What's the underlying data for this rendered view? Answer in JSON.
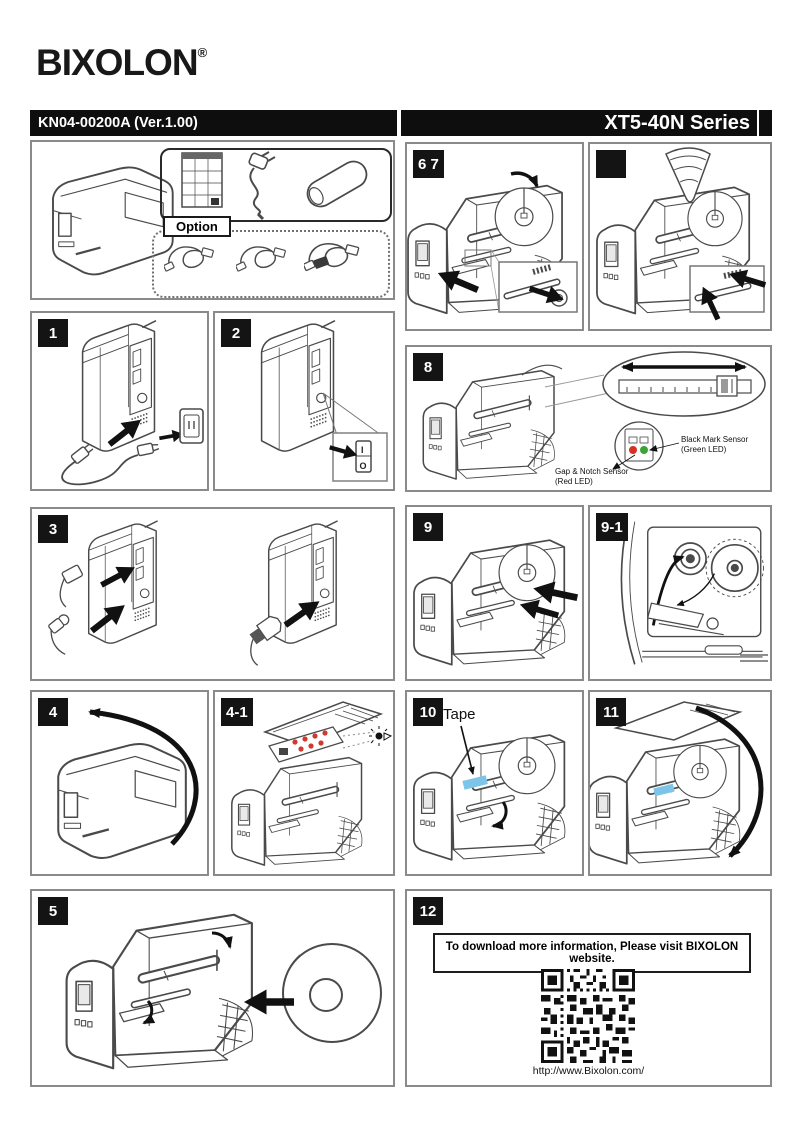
{
  "header": {
    "logo": "BIXOLON",
    "registered": "®",
    "doc_code": "KN04-00200A (Ver.1.00)",
    "series": "XT5-40N Series"
  },
  "kit": {
    "option_label": "Option"
  },
  "panels": {
    "p1": {
      "badge": "1"
    },
    "p2": {
      "badge": "2",
      "switch_on": "I",
      "switch_off": "O"
    },
    "p3": {
      "badge": "3"
    },
    "p4": {
      "badge": "4"
    },
    "p4_1": {
      "badge": "4-1"
    },
    "p5": {
      "badge": "5"
    },
    "p67": {
      "badge": "6 7"
    },
    "p7b": {
      "badge": ""
    },
    "p8": {
      "badge": "8",
      "black_mark_line1": "Black Mark Sensor",
      "black_mark_line2": "(Green LED)",
      "gap_notch_line1": "Gap & Notch Sensor",
      "gap_notch_line2": "(Red LED)"
    },
    "p9": {
      "badge": "9"
    },
    "p9_1": {
      "badge": "9-1"
    },
    "p10": {
      "badge": "10",
      "tape_label": "Tape"
    },
    "p11": {
      "badge": "11"
    },
    "p12": {
      "badge": "12",
      "download_text": "To download more information, Please visit BIXOLON website.",
      "url": "http://www.Bixolon.com/"
    }
  },
  "colors": {
    "led_red": "#d93025",
    "led_green": "#3aa535",
    "tape_blue": "#7cc5e8",
    "bar_black": "#0e0e0e"
  }
}
